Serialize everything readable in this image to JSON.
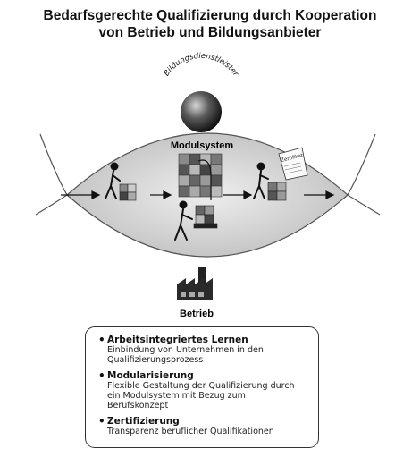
{
  "title": {
    "line1": "Bedarfsgerechte Qualifizierung durch Kooperation",
    "line2": "von Betrieb und Bildungsanbieter"
  },
  "diagram": {
    "sphere_label": "Bildungsdienstleister",
    "module_label": "Modulsystem",
    "factory_label": "Betrieb",
    "certificate_label": "Zertifikat"
  },
  "legend": {
    "items": [
      {
        "title": "Arbeitsintegriertes Lernen",
        "text": "Einbindung von Unternehmen in den Qualifizierungsprozess"
      },
      {
        "title": "Modularisierung",
        "text": "Flexible Gestaltung der Qualifizierung durch ein Modulsystem mit Bezug zum Berufskonzept"
      },
      {
        "title": "Zertifizierung",
        "text": "Transparenz beruflicher Qualifikationen"
      }
    ]
  },
  "colors": {
    "lens": "#cfcfcf",
    "dark": "#222222",
    "module_dark": "#555555",
    "module_mid": "#8a8a8a",
    "module_light": "#b8b8b8"
  }
}
